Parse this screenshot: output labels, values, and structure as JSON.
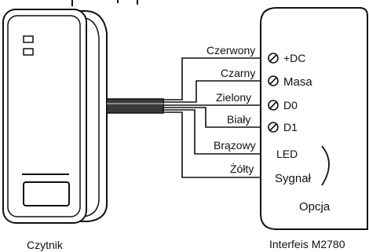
{
  "reader": {
    "label": "Czytnik"
  },
  "wires": [
    {
      "color_name": "Czerwony",
      "terminal": "+DC"
    },
    {
      "color_name": "Czarny",
      "terminal": "Masa"
    },
    {
      "color_name": "Zielony",
      "terminal": "D0"
    },
    {
      "color_name": "Biały",
      "terminal": "D1"
    },
    {
      "color_name": "Brązowy",
      "terminal": "LED"
    },
    {
      "color_name": "Żółty",
      "terminal": "Sygnał"
    }
  ],
  "interface": {
    "label": "Interfeis M2780",
    "optional_label": "Opcja"
  },
  "colors": {
    "line": "#111111",
    "cable": "#3a3a3a",
    "reader_body": "#ffffff"
  }
}
